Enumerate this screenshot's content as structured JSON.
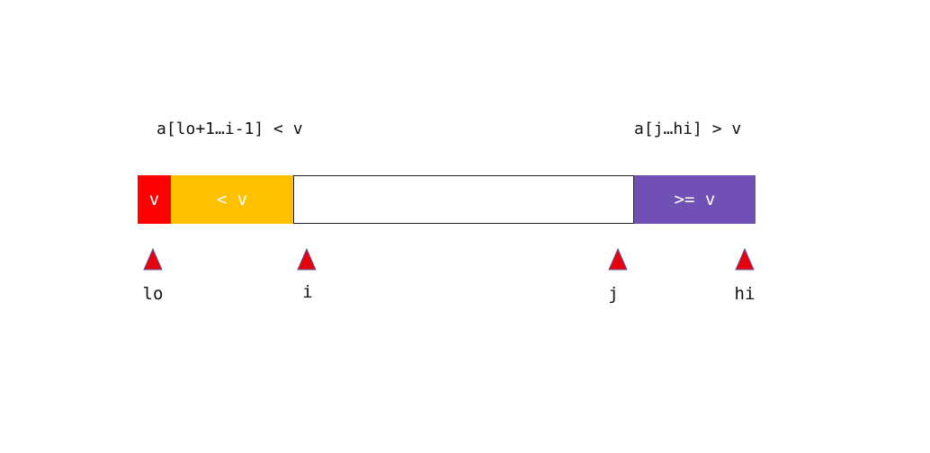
{
  "labels": {
    "left_region": "a[lo+1…i-1] < v",
    "right_region": "a[j…hi] > v"
  },
  "segments": {
    "pivot": "v",
    "less": "< v",
    "unknown": "",
    "greater_equal": ">= v"
  },
  "pointers": [
    {
      "name": "lo"
    },
    {
      "name": "i"
    },
    {
      "name": "j"
    },
    {
      "name": "hi"
    }
  ],
  "colors": {
    "pivot": "#ff0000",
    "less": "#ffc000",
    "greater_equal": "#7050b4",
    "pointer": "#e8000b"
  }
}
